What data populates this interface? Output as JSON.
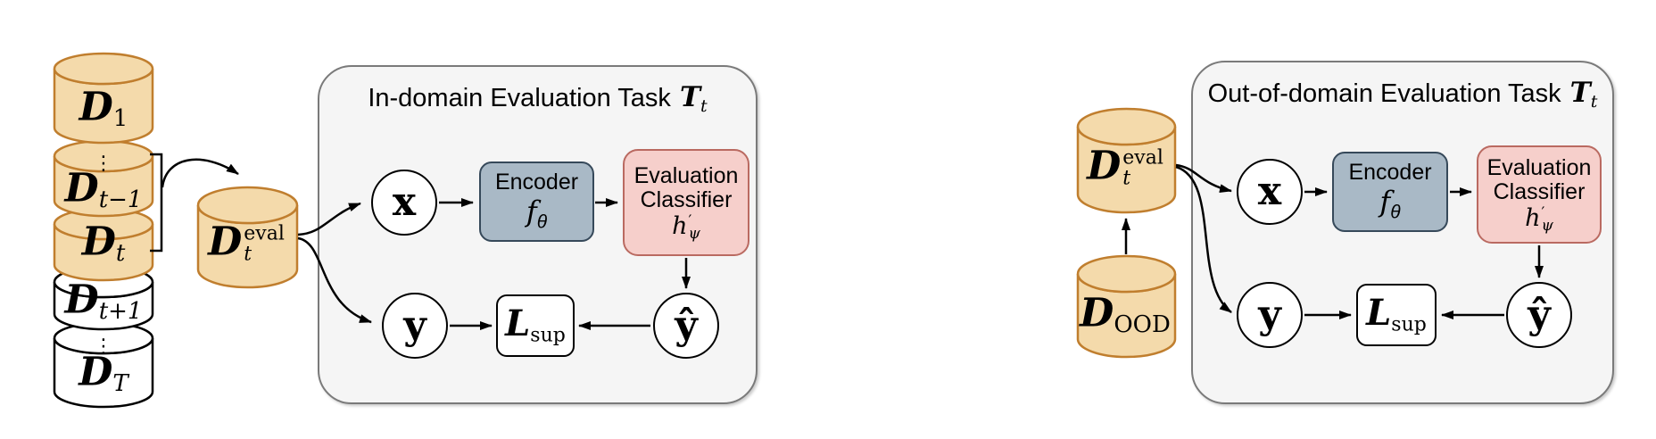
{
  "colors": {
    "dataset_fill": "#F4DAAB",
    "dataset_stroke": "#C07E2E",
    "encoder_fill": "#A9B9C6",
    "encoder_stroke": "#36495A",
    "classifier_fill": "#F6CFCB",
    "classifier_stroke": "#BA6A61",
    "box_fill": "#F5F5F5",
    "box_stroke": "#7A7A7A",
    "line_color": "#000000"
  },
  "stack": {
    "cylinders": [
      {
        "base": "D",
        "sub": "1"
      },
      {
        "dots": "⋮",
        "base": "D",
        "sub": "t−1"
      },
      {
        "base": "D",
        "sub": "t"
      },
      {
        "base": "D",
        "sub": "t+1"
      },
      {
        "dots": "⋮",
        "base": "D",
        "sub": "T"
      }
    ]
  },
  "left": {
    "eval_db": {
      "base": "D",
      "sup": "eval",
      "sub": "t"
    },
    "task": {
      "title": "In-domain Evaluation Task",
      "tmath": {
        "base": "T",
        "sub": "t"
      },
      "x": "x",
      "y": "y",
      "yhat": "ŷ",
      "encoder": {
        "name": "Encoder",
        "base": "f",
        "sub": "θ"
      },
      "classifier": {
        "line1": "Evaluation",
        "line2": "Classifier",
        "base": "h",
        "prime": "′",
        "sub": "ψ"
      },
      "loss": {
        "base": "L",
        "sub": "sup"
      }
    }
  },
  "right": {
    "eval_db": {
      "base": "D",
      "sup": "eval",
      "sub": "t"
    },
    "ood_db": {
      "base": "D",
      "sub": "OOD"
    },
    "task": {
      "title": "Out-of-domain Evaluation Task",
      "tmath": {
        "base": "T",
        "sub": "t"
      },
      "x": "x",
      "y": "y",
      "yhat": "ŷ",
      "encoder": {
        "name": "Encoder",
        "base": "f",
        "sub": "θ"
      },
      "classifier": {
        "line1": "Evaluation",
        "line2": "Classifier",
        "base": "h",
        "prime": "′",
        "sub": "ψ"
      },
      "loss": {
        "base": "L",
        "sub": "sup"
      }
    }
  }
}
